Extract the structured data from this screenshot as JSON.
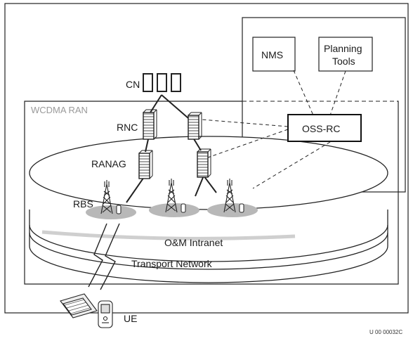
{
  "labels": {
    "cn": "CN",
    "wcdma_ran": "WCDMA RAN",
    "rnc": "RNC",
    "ranag": "RANAG",
    "rbs": "RBS",
    "nms": "NMS",
    "planning_line1": "Planning",
    "planning_line2": "Tools",
    "oss_rc": "OSS-RC",
    "om_intranet": "O&M Intranet",
    "transport_network": "Transport Network",
    "ue": "UE",
    "figure_code": "U 00 00032C"
  },
  "colors": {
    "stroke": "#222222",
    "ran_label": "#9a9a9a",
    "rbs_disc": "#b8b8b8",
    "band": "#d9d9d9"
  }
}
